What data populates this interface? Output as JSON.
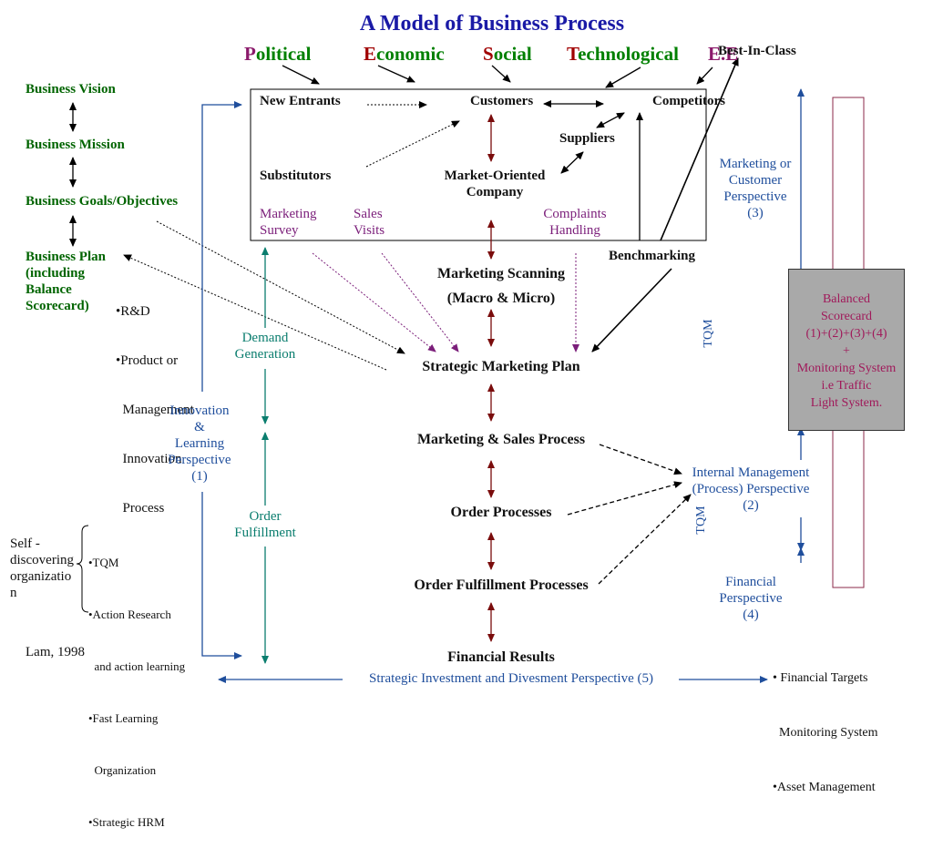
{
  "title": "A Model of Business Process",
  "pest": {
    "p_letter": "P",
    "p_rest": "olitical",
    "e_letter": "E",
    "e_rest": "conomic",
    "s_letter": "S",
    "s_rest": "ocial",
    "t_letter": "T",
    "t_rest": "echnological",
    "ee": "E.E"
  },
  "best_in_class": "Best-In-Class",
  "left_chain": {
    "vision": "Business Vision",
    "mission": "Business Mission",
    "goals": "Business Goals/Objectives",
    "plan_lines": [
      "Business Plan",
      "(including",
      "Balance",
      "Scorecard)"
    ]
  },
  "plan_bullets": [
    "•R&D",
    "•Product or",
    "  Management",
    "  Innovation",
    "  Process"
  ],
  "environment_box": {
    "new_entrants": "New Entrants",
    "customers": "Customers",
    "competitors": "Competitors",
    "suppliers": "Suppliers",
    "substitutors": "Substitutors",
    "company_lines": [
      "Market-Oriented",
      "Company"
    ],
    "marketing_survey": [
      "Marketing",
      "Survey"
    ],
    "sales_visits": [
      "Sales",
      "Visits"
    ],
    "complaints": [
      "Complaints",
      "Handling"
    ]
  },
  "benchmarking": "Benchmarking",
  "center_chain": {
    "scanning_lines": [
      "Marketing Scanning",
      "(Macro & Micro)"
    ],
    "strategic_plan": "Strategic Marketing Plan",
    "sales_process": "Marketing & Sales Process",
    "order_processes": "Order Processes",
    "fulfillment": "Order Fulfillment Processes",
    "financial_results": "Financial Results"
  },
  "demand_generation": [
    "Demand",
    "Generation"
  ],
  "order_fulfillment": [
    "Order",
    "Fulfillment"
  ],
  "innovation_perspective": [
    "Innovation",
    "&",
    "Learning",
    "Perspective",
    "(1)"
  ],
  "customer_perspective": [
    "Marketing or",
    "Customer",
    "Perspective",
    "(3)"
  ],
  "internal_perspective": [
    "Internal Management",
    "(Process) Perspective",
    "(2)"
  ],
  "financial_perspective": [
    "Financial",
    "Perspective",
    "(4)"
  ],
  "tqm": "TQM",
  "balanced_scorecard": [
    "Balanced",
    "Scorecard",
    "(1)+(2)+(3)+(4)",
    "+",
    "Monitoring System",
    "i.e Traffic",
    "Light System."
  ],
  "self_discovering": [
    "Self -",
    "discovering",
    "organizatio",
    "n"
  ],
  "self_bullets": [
    "•TQM",
    "•Action Research",
    "  and action learning",
    "•Fast Learning",
    "  Organization",
    "•Strategic HRM"
  ],
  "financial_bullets": [
    "• Financial Targets",
    "  Monitoring System",
    "•Asset Management"
  ],
  "citation": "Lam, 1998",
  "strategic_investment": "Strategic Investment and Divesment Perspective (5)"
}
